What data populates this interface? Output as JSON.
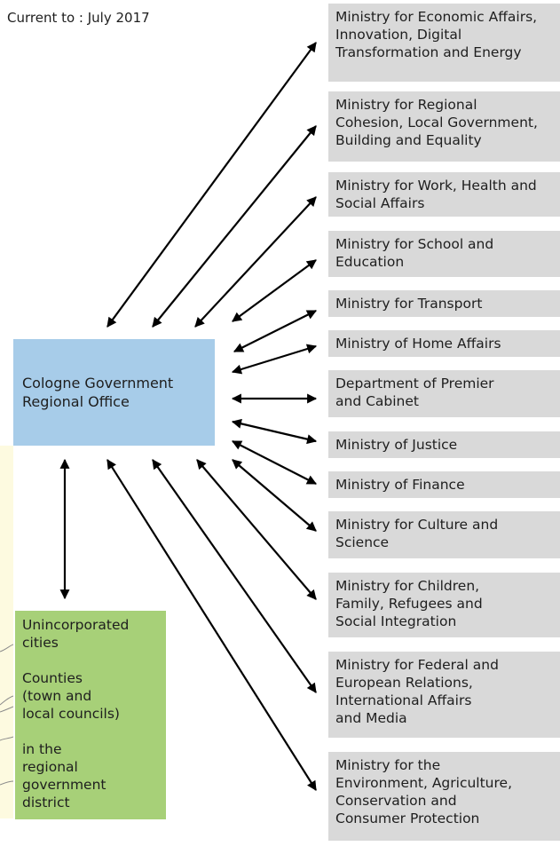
{
  "note": "Current to : July 2017",
  "central_office": "Cologne Government\nRegional Office",
  "local": {
    "line1": "Unincorporated\ncities",
    "line2": "Counties\n(town and\nlocal councils)",
    "line3": "in the\nregional\ngovernment\ndistrict"
  },
  "ministries": [
    "Ministry for Economic Affairs,\nInnovation, Digital\nTransformation and Energy",
    "Ministry for Regional\nCohesion, Local Government,\nBuilding and Equality",
    "Ministry for Work, Health and\nSocial Affairs",
    "Ministry for School and\nEducation",
    "Ministry for Transport",
    "Ministry of Home Affairs",
    "Department of Premier\nand Cabinet",
    "Ministry of Justice",
    "Ministry of Finance",
    "Ministry for Culture and\nScience",
    "Ministry for Children,\nFamily, Refugees and\nSocial Integration",
    "Ministry for Federal and\nEuropean Relations,\nInternational Affairs\nand Media",
    "Ministry for the\nEnvironment, Agriculture,\nConservation and\nConsumer Protection"
  ],
  "colors": {
    "ministry_box": "#d9d9d9",
    "central_box": "#a7cce9",
    "local_box": "#a7d078",
    "map_background": "#fdfae0",
    "arrow": "#000000"
  }
}
